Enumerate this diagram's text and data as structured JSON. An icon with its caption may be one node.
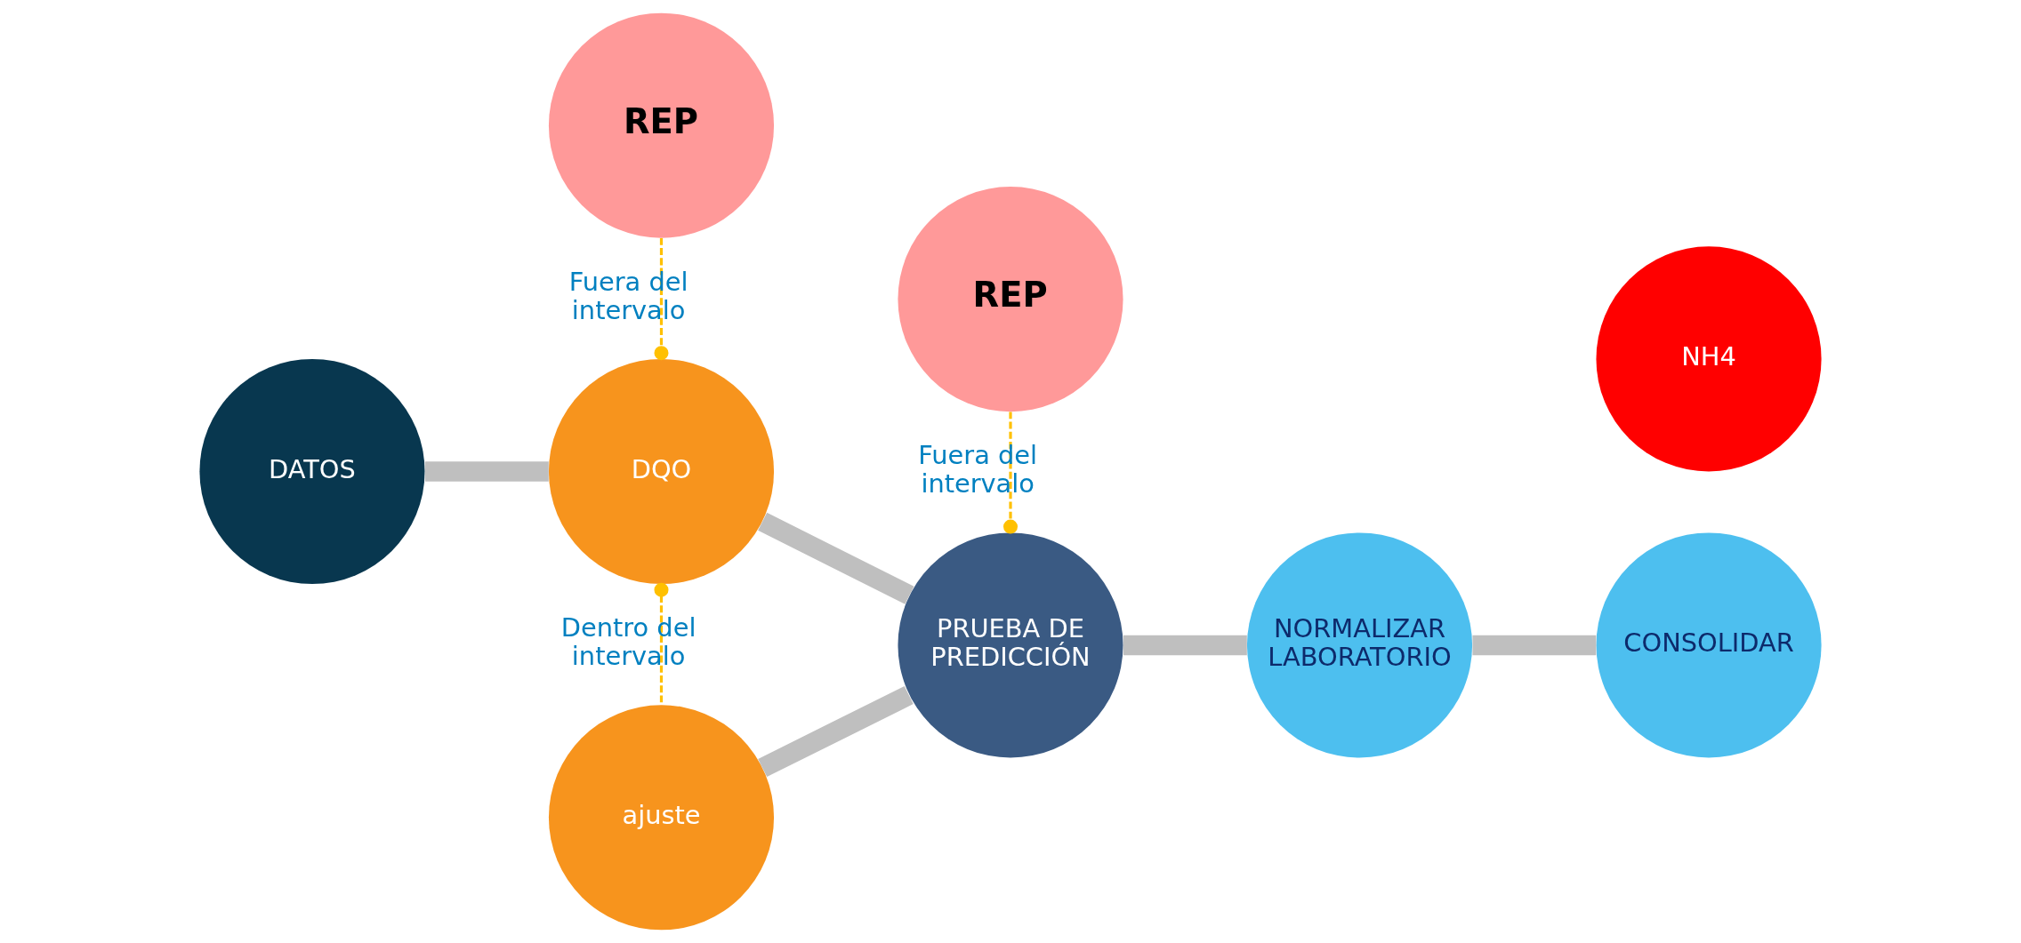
{
  "diagram": {
    "nodes": [
      {
        "text": [
          "REP"
        ]
      },
      {
        "text": [
          "REP"
        ]
      },
      {
        "text": [
          "DATOS"
        ]
      },
      {
        "text": [
          "DQO"
        ]
      },
      {
        "text": [
          "PRUEBA DE PREDICCIÓN"
        ]
      },
      {
        "text": [
          "NORMALIZAR LABORATORIO"
        ]
      },
      {
        "text": [
          "CONSOLIDAR"
        ]
      },
      {
        "text": [
          "ajuste"
        ]
      },
      {
        "text": [
          "NH4"
        ]
      }
    ],
    "edges": [
      {
        "from": 2,
        "to": 3,
        "arrow": "none"
      },
      {
        "from": 3,
        "to": 4,
        "arrow": "none"
      },
      {
        "from": 4,
        "to": 5,
        "arrow": "none"
      },
      {
        "from": 5,
        "to": 6,
        "arrow": "none"
      },
      {
        "from": 7,
        "to": 4,
        "arrow": "none"
      },
      {
        "from": 0,
        "to": 3,
        "arrow": "other",
        "label": "Fuera del intervalo",
        "style": "dashed",
        "color": "#ffc000"
      },
      {
        "from": 1,
        "to": 4,
        "arrow": "other",
        "label": "Fuera del intervalo",
        "style": "dashed",
        "color": "#ffc000"
      },
      {
        "from": 7,
        "to": 3,
        "arrow": "other",
        "label": "Dentro del intervalo",
        "style": "dashed",
        "color": "#ffc000"
      }
    ]
  }
}
